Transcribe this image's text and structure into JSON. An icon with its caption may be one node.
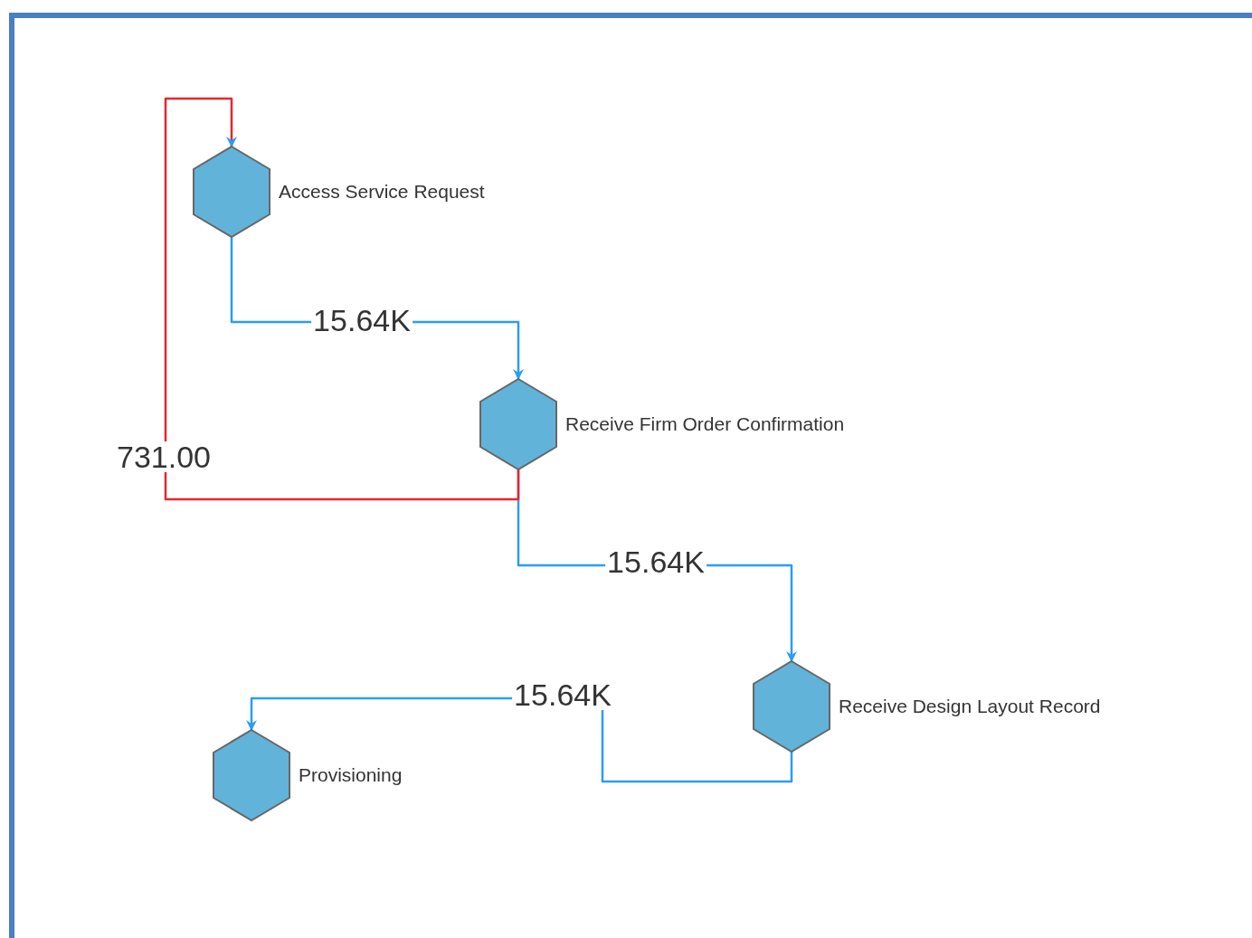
{
  "diagram": {
    "nodes": [
      {
        "text": [
          "Access Service Request"
        ]
      },
      {
        "text": [
          "Receive Firm Order Confirmation"
        ]
      },
      {
        "text": [
          "Receive Design Layout Record"
        ]
      },
      {
        "text": [
          "Provisioning"
        ]
      }
    ],
    "edges": [
      {
        "from": 0,
        "to": 1,
        "arrow": "to",
        "label": "15.64K"
      },
      {
        "from": 1,
        "to": 2,
        "arrow": "to",
        "label": "15.64K"
      },
      {
        "from": 2,
        "to": 3,
        "arrow": "to",
        "label": "15.64K"
      },
      {
        "from": 1,
        "to": 0,
        "arrow": "to",
        "label": "731.00",
        "color": "#e8262c"
      }
    ]
  }
}
